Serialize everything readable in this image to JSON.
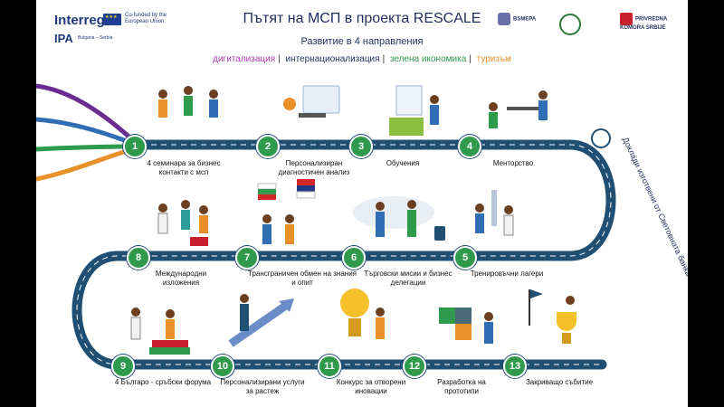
{
  "header": {
    "title": "Пътят на МСП в проекта RESCALE",
    "subtitle": "Развитие в 4 направления",
    "logo_interreg": "Interreg",
    "logo_ipa": "IPA",
    "logo_ipa_sub": "Bulgaria – Serbia",
    "eu_text": "Co-funded by the European Union",
    "partners": [
      "BSMEPA",
      "PRIVREDNA KOMORA SRBIJE"
    ]
  },
  "directions": [
    {
      "label": "дигитализация",
      "color": "#b03ab5"
    },
    {
      "label": "интернационализация",
      "color": "#1f2d5c"
    },
    {
      "label": "зелена икономика",
      "color": "#2f9a4b"
    },
    {
      "label": "туризъм",
      "color": "#e8902a"
    }
  ],
  "side_note": "Доклади изготвени от Световната банка",
  "milestones": [
    {
      "num": "1",
      "label": "4 семинара за бизнес контакти с мсп"
    },
    {
      "num": "2",
      "label": "Персонализиран диагностичен анализ"
    },
    {
      "num": "3",
      "label": "Обучения"
    },
    {
      "num": "4",
      "label": "Менторство"
    },
    {
      "num": "5",
      "label": "Тренировъчни лагери"
    },
    {
      "num": "6",
      "label": "Търговски мисии и бизнес делегации"
    },
    {
      "num": "7",
      "label": "Трансграничен обмен на знания и опит"
    },
    {
      "num": "8",
      "label": "Международни изложения"
    },
    {
      "num": "9",
      "label": "4 Българо - сръбски форума"
    },
    {
      "num": "10",
      "label": "Персонализирани услуги за растеж"
    },
    {
      "num": "11",
      "label": "Конкурс за отворени иновации"
    },
    {
      "num": "12",
      "label": "Разработка на прототипи"
    },
    {
      "num": "13",
      "label": "Закриващо събитие"
    }
  ],
  "colors": {
    "road": "#1f4f72",
    "milestone": "#2f9a4b",
    "purple": "#6a2c91",
    "blue": "#2f6db5",
    "green": "#2f9a4b",
    "orange": "#e8902a"
  }
}
